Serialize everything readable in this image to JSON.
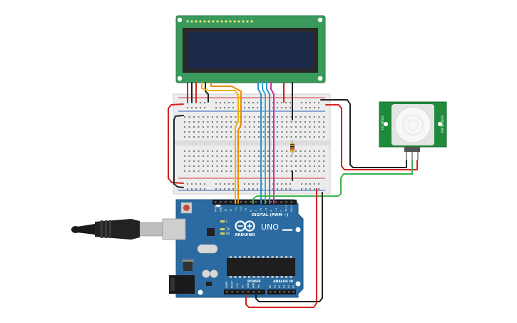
{
  "colors": {
    "board": "#2b6ba1",
    "board_edge": "#1f5584",
    "lcd_pcb": "#3a9a5c",
    "lcd_screen": "#1b2a4a",
    "breadboard": "#ececec",
    "rail_red": "#d33",
    "rail_blue": "#2a62b8",
    "pir_pcb": "#1f8a3c",
    "wire_red": "#d62020",
    "wire_black": "#222222",
    "wire_green": "#3cb34a",
    "wire_yellow": "#f2b200",
    "wire_orange": "#f08a00",
    "wire_blue": "#2f8fd6",
    "wire_cyan": "#28b7c7",
    "wire_magenta": "#d0329a",
    "wire_purple": "#8a3fd0"
  },
  "arduino": {
    "brand": "ARDUINO",
    "model": "UNO",
    "digital_label": "DIGITAL (PWM ~)",
    "power_label": "POWER",
    "analog_label": "ANALOG IN",
    "tx_label": "TX",
    "rx_label": "RX",
    "l_label": "L",
    "digital_pins": [
      "AREF",
      "GND",
      "13",
      "12",
      "~11",
      "~10",
      "~9",
      "8",
      "7",
      "~6",
      "~5",
      "4",
      "~3",
      "2",
      "TX→1",
      "RX←0"
    ],
    "power_pins": [
      "IOREF",
      "RESET",
      "3.3V",
      "5V",
      "GND",
      "GND",
      "Vin"
    ],
    "analog_pins": [
      "A0",
      "A1",
      "A2",
      "A3",
      "A4",
      "A5"
    ]
  },
  "pir": {
    "side_left": "HC-SR501",
    "side_right": "PIR SENSOR"
  },
  "icons": {
    "usb": "usb-cable-icon",
    "arduino_logo": "arduino-infinity-logo-icon"
  }
}
